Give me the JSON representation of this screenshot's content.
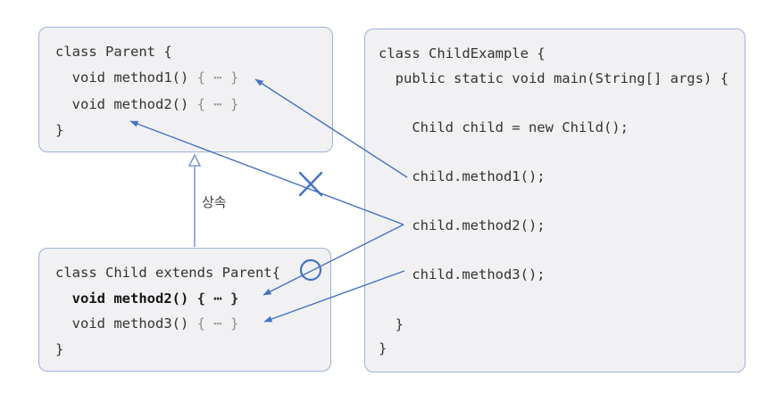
{
  "colors": {
    "accent_blue": "#4472c4",
    "connector_blue": "#7f9bd1",
    "box_border": "#9db1d6",
    "box_fill": "#f1f1f3",
    "code_text": "#333333",
    "muted_code": "#8f8f8f"
  },
  "parent_box": {
    "lines": [
      {
        "code": "class Parent {",
        "tail": ""
      },
      {
        "code": "  void method1() ",
        "tail": "{ ⋯ }"
      },
      {
        "code": "  void method2() ",
        "tail": "{ ⋯ }"
      },
      {
        "code": "}",
        "tail": ""
      }
    ]
  },
  "child_box": {
    "lines": [
      {
        "code": "class Child extends Parent{",
        "tail": ""
      },
      {
        "code": "  void method2() ",
        "tail": "{ ⋯ }"
      },
      {
        "code": "  void method3() ",
        "tail": "{ ⋯ }"
      },
      {
        "code": "}",
        "tail": ""
      }
    ]
  },
  "example_box": {
    "lines": [
      "class ChildExample {",
      "  public static void main(String[] args) {",
      "",
      "    Child child = new Child();",
      "",
      "    child.method1();",
      "",
      "    child.method2();",
      "",
      "    child.method3();",
      "",
      "  }",
      "}"
    ]
  },
  "inheritance": {
    "label": "상속"
  },
  "icons": {
    "x_mark": "✕",
    "circle_mark": "○",
    "inheritance_triangle": "△",
    "arrowhead": "➤"
  },
  "arrows": [
    {
      "from": "child.method1();",
      "to": "Parent.method1",
      "mark": null
    },
    {
      "from": "child.method2();",
      "to": "Parent.method2",
      "mark": "x"
    },
    {
      "from": "child.method2();",
      "to": "Child.method2",
      "mark": "circle"
    },
    {
      "from": "child.method3();",
      "to": "Child.method3",
      "mark": null
    }
  ]
}
